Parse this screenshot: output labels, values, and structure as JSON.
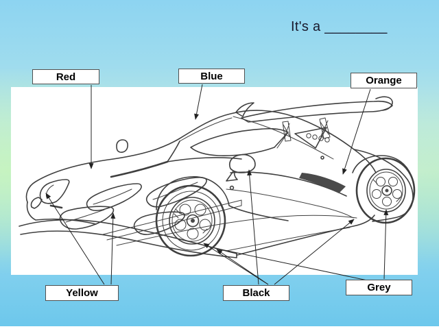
{
  "slide_title": "It's a ________",
  "color_labels": {
    "red": "Red",
    "blue": "Blue",
    "orange": "Orange",
    "yellow": "Yellow",
    "black": "Black",
    "grey": "Grey"
  },
  "drawing": {
    "subject": "black-and-white line drawing of a sports car (side three-quarter view with rear wing)"
  },
  "connectors": [
    {
      "label": "Red",
      "points_to": "bonnet (hood)"
    },
    {
      "label": "Blue",
      "points_to": "roof / top of windscreen"
    },
    {
      "label": "Orange",
      "points_to": "door / side panel"
    },
    {
      "label": "Yellow",
      "points_to": "headlight"
    },
    {
      "label": "Yellow",
      "points_to": "bonnet air vent"
    },
    {
      "label": "Black",
      "points_to": "front wheel hub"
    },
    {
      "label": "Black",
      "points_to": "front tyre"
    },
    {
      "label": "Black",
      "points_to": "wing mirror"
    },
    {
      "label": "Black",
      "points_to": "side sill"
    },
    {
      "label": "Grey",
      "points_to": "front wheel rim"
    },
    {
      "label": "Grey",
      "points_to": "rear wheel"
    }
  ],
  "palette": {
    "background_top": "#8dd4f1",
    "background_green_tint": "#cdeed6",
    "background_bottom": "#6cc7ec",
    "panel": "#ffffff",
    "connector_line": "#222222",
    "label_border": "#4f4f4f",
    "label_text": "#000000",
    "title_text": "#19192c"
  }
}
